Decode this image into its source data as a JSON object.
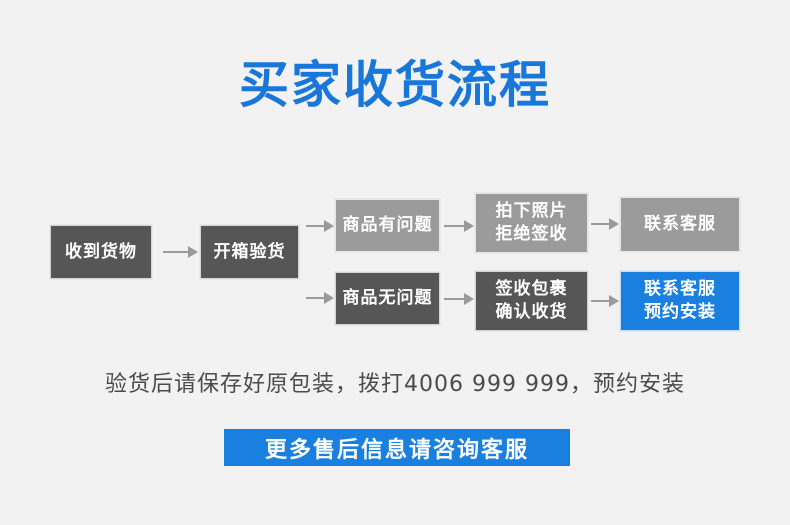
{
  "page": {
    "background_color": "#f2f2f2",
    "accent_blue": "#1a80e0",
    "dark_gray": "#565656",
    "light_gray": "#9b9b9b",
    "arrow_color": "#9a9a9a"
  },
  "title": "买家收货流程",
  "flow": {
    "nodes": [
      {
        "id": "received",
        "label": "收到货物",
        "label_line2": "",
        "style": "dark"
      },
      {
        "id": "unbox-inspect",
        "label": "开箱验货",
        "label_line2": "",
        "style": "dark"
      },
      {
        "id": "item-has-issue",
        "label": "商品有问题",
        "label_line2": "",
        "style": "light"
      },
      {
        "id": "item-no-issue",
        "label": "商品无问题",
        "label_line2": "",
        "style": "dark"
      },
      {
        "id": "photo-reject",
        "label": "拍下照片",
        "label_line2": "拒绝签收",
        "style": "light"
      },
      {
        "id": "sign-confirm",
        "label": "签收包裹",
        "label_line2": "确认收货",
        "style": "dark"
      },
      {
        "id": "contact-support",
        "label": "联系客服",
        "label_line2": "",
        "style": "light"
      },
      {
        "id": "book-install",
        "label": "联系客服",
        "label_line2": "预约安装",
        "style": "blue"
      }
    ],
    "arrows": [
      {
        "from": "received",
        "to": "unbox-inspect"
      },
      {
        "from": "unbox-inspect",
        "to": "item-has-issue"
      },
      {
        "from": "unbox-inspect",
        "to": "item-no-issue"
      },
      {
        "from": "item-has-issue",
        "to": "photo-reject"
      },
      {
        "from": "item-no-issue",
        "to": "sign-confirm"
      },
      {
        "from": "photo-reject",
        "to": "contact-support"
      },
      {
        "from": "sign-confirm",
        "to": "book-install"
      }
    ]
  },
  "note": "验货后请保存好原包装，拨打4006 999 999，预约安装",
  "cta": {
    "label": "更多售后信息请咨询客服"
  }
}
